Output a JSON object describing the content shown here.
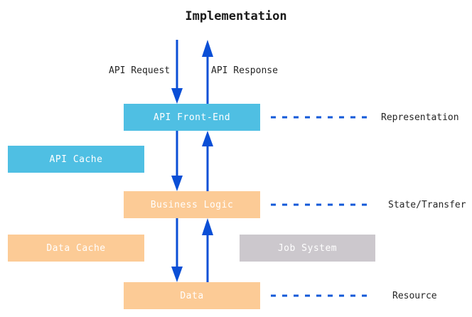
{
  "title": "Implementation",
  "colors": {
    "blue_node": "#4fbfe3",
    "peach_node": "#fccb96",
    "gray_node": "#ccc8cd",
    "arrow": "#0b4fd6",
    "dashed_line": "#1259d8",
    "node_text": "#ffffff",
    "label_text": "#262626",
    "background": "#ffffff"
  },
  "nodes": [
    {
      "id": "api-frontend",
      "label": "API Front-End",
      "color": "blue"
    },
    {
      "id": "api-cache",
      "label": "API Cache",
      "color": "blue"
    },
    {
      "id": "business-logic",
      "label": "Business Logic",
      "color": "peach"
    },
    {
      "id": "data-cache",
      "label": "Data Cache",
      "color": "peach"
    },
    {
      "id": "job-system",
      "label": "Job System",
      "color": "gray"
    },
    {
      "id": "data",
      "label": "Data",
      "color": "peach"
    }
  ],
  "flow_labels": {
    "request": "API Request",
    "response": "API Response"
  },
  "layer_labels": [
    {
      "id": "representation",
      "label": "Representation"
    },
    {
      "id": "state-transfer",
      "label": "State/Transfer"
    },
    {
      "id": "resource",
      "label": "Resource"
    }
  ]
}
